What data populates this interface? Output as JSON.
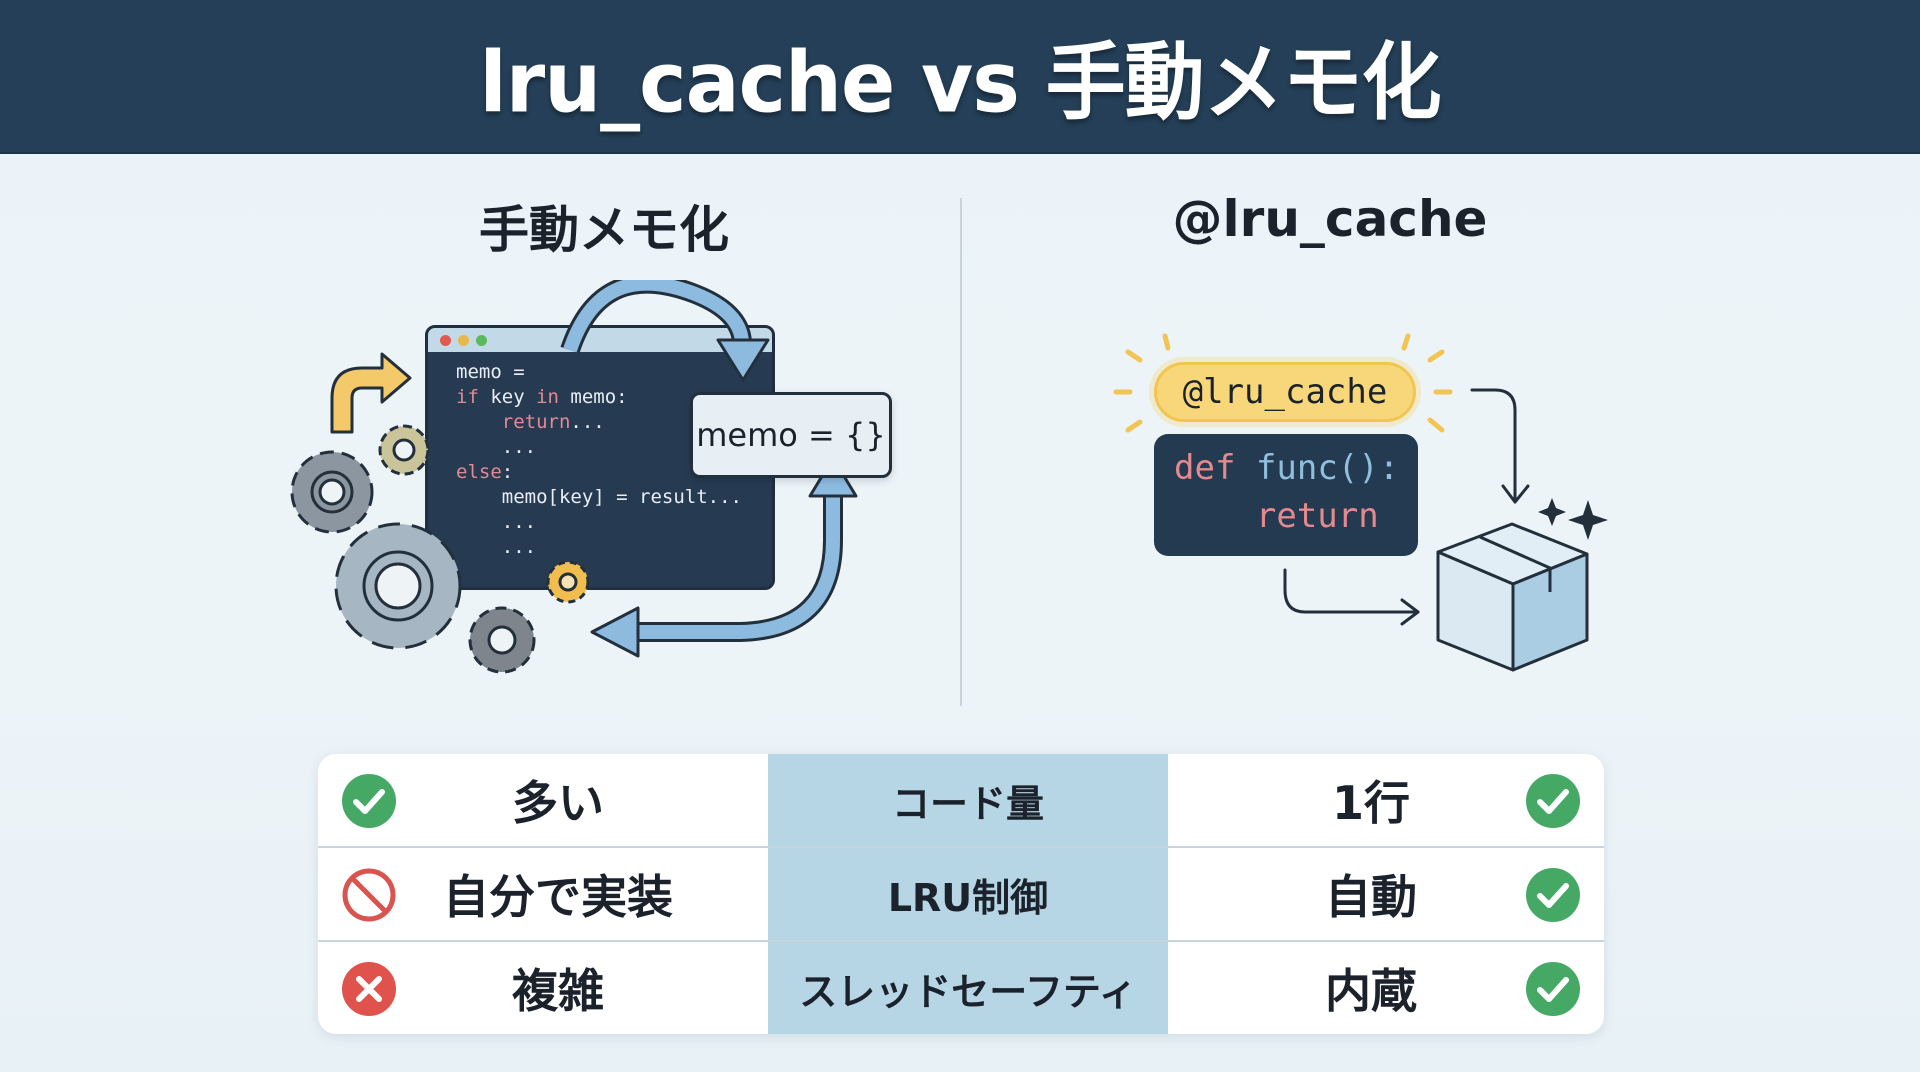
{
  "header": {
    "title": "lru_cache vs 手動メモ化"
  },
  "columns": {
    "left_title": "手動メモ化",
    "right_title": "@lru_cache"
  },
  "left_illustration": {
    "code_lines": [
      {
        "indent": 0,
        "parts": [
          {
            "t": "memo =",
            "kw": false
          }
        ]
      },
      {
        "indent": 0,
        "parts": [
          {
            "t": "if",
            "kw": true
          },
          {
            "t": " key ",
            "kw": false
          },
          {
            "t": "in",
            "kw": true
          },
          {
            "t": " memo:",
            "kw": false
          }
        ]
      },
      {
        "indent": 2,
        "parts": [
          {
            "t": "return",
            "kw": true
          },
          {
            "t": "...",
            "kw": false
          }
        ]
      },
      {
        "indent": 2,
        "parts": [
          {
            "t": "...",
            "kw": false
          }
        ]
      },
      {
        "indent": 0,
        "parts": [
          {
            "t": "else",
            "kw": true
          },
          {
            "t": ":",
            "kw": false
          }
        ]
      },
      {
        "indent": 2,
        "parts": [
          {
            "t": "memo[key] = result...",
            "kw": false
          }
        ]
      },
      {
        "indent": 2,
        "parts": [
          {
            "t": "...",
            "kw": false
          }
        ]
      },
      {
        "indent": 2,
        "parts": [
          {
            "t": "...",
            "kw": false
          }
        ]
      }
    ],
    "memo_box": "memo = {}"
  },
  "right_illustration": {
    "decorator_badge": "@lru_cache",
    "def_keyword": "def",
    "func_name": "func():",
    "return_keyword": "return"
  },
  "comparison": {
    "rows": [
      {
        "left": "多い",
        "left_icon": "check",
        "aspect": "コード量",
        "right": "1行",
        "right_icon": "check"
      },
      {
        "left": "自分で実装",
        "left_icon": "prohibited",
        "aspect": "LRU制御",
        "right": "自動",
        "right_icon": "check"
      },
      {
        "left": "複雑",
        "left_icon": "cross",
        "aspect": "スレッドセーフティ",
        "right": "内蔵",
        "right_icon": "check"
      }
    ]
  },
  "colors": {
    "header_bg": "#243f57",
    "check_green": "#45a865",
    "cross_red": "#e0524c",
    "prohibited_red": "#d9534f",
    "aspect_bg": "#b7d6e5",
    "arrow_blue": "#7fb0d6",
    "accent_yellow": "#f8d77a"
  }
}
